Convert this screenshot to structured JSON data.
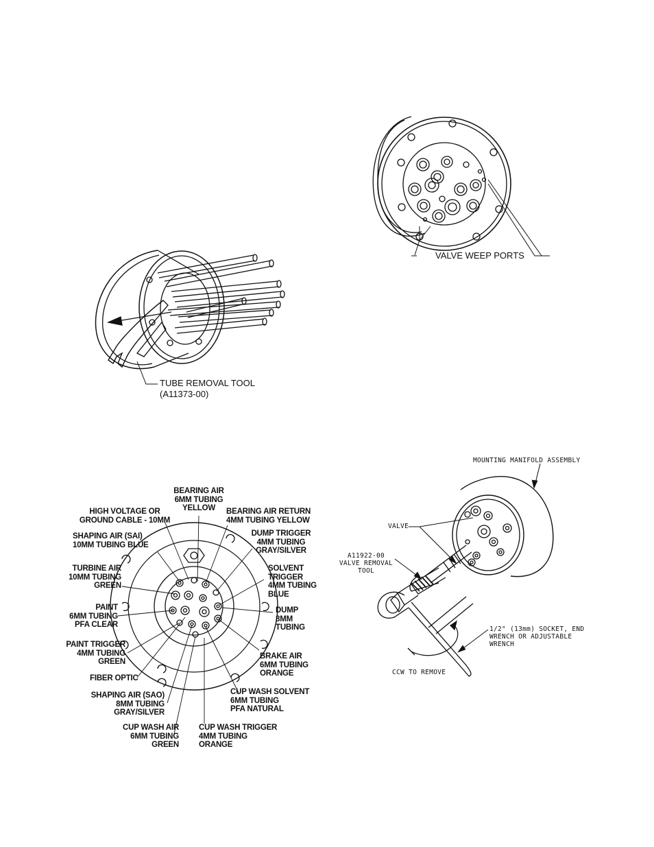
{
  "figure_weep": {
    "label": "VALVE WEEP PORTS"
  },
  "figure_tube_tool": {
    "label_line1": "TUBE REMOVAL TOOL",
    "label_line2": "(A11373-00)"
  },
  "figure_ports": {
    "bearing_air": [
      "BEARING AIR",
      "6MM TUBING",
      "YELLOW"
    ],
    "high_voltage": [
      "HIGH VOLTAGE OR",
      "GROUND CABLE - 10MM"
    ],
    "bearing_air_return": [
      "BEARING AIR RETURN",
      "4MM TUBING YELLOW"
    ],
    "shaping_air_sai": [
      "SHAPING AIR (SAI)",
      "10MM TUBING BLUE"
    ],
    "dump_trigger": [
      "DUMP TRIGGER",
      "4MM TUBING",
      "GRAY/SILVER"
    ],
    "turbine_air": [
      "TURBINE AIR",
      "10MM TUBING",
      "GREEN"
    ],
    "solvent_trigger": [
      "SOLVENT",
      "TRIGGER",
      "4MM TUBING",
      "BLUE"
    ],
    "paint": [
      "PAINT",
      "6MM TUBING",
      "PFA CLEAR"
    ],
    "dump": [
      "DUMP",
      "8MM",
      "TUBING"
    ],
    "paint_trigger": [
      "PAINT TRIGGER",
      "4MM TUBING",
      "GREEN"
    ],
    "brake_air": [
      "BRAKE AIR",
      "6MM TUBING",
      "ORANGE"
    ],
    "fiber_optic": [
      "FIBER OPTIC"
    ],
    "shaping_air_sao": [
      "SHAPING AIR (SAO)",
      "8MM TUBING",
      "GRAY/SILVER"
    ],
    "cup_wash_solvent": [
      "CUP WASH SOLVENT",
      "6MM TUBING",
      "PFA NATURAL"
    ],
    "cup_wash_air": [
      "CUP WASH AIR",
      "6MM TUBING",
      "GREEN"
    ],
    "cup_wash_trigger": [
      "CUP WASH TRIGGER",
      "4MM TUBING",
      "ORANGE"
    ]
  },
  "figure_valve_removal": {
    "mounting_manifold": "MOUNTING MANIFOLD ASSEMBLY",
    "valve": "VALVE",
    "tool": [
      "A11922-00",
      "VALVE REMOVAL",
      "TOOL"
    ],
    "socket": [
      "1/2\" (13mm) SOCKET, END",
      "WRENCH OR ADJUSTABLE",
      "WRENCH"
    ],
    "ccw": "CCW TO REMOVE"
  }
}
